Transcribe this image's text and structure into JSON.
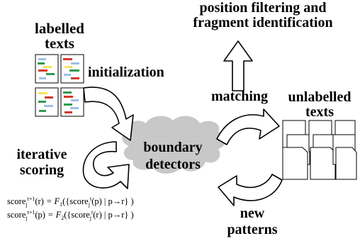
{
  "labels": {
    "labelled_line1": "labelled",
    "labelled_line2": "texts",
    "initialization": "initialization",
    "position_line1": "position filtering and",
    "position_line2": "fragment identification",
    "matching": "matching",
    "unlabelled_line1": "unlabelled",
    "unlabelled_line2": "texts",
    "boundary_line1": "boundary",
    "boundary_line2": "detectors",
    "iterative_line1": "iterative",
    "iterative_line2": "scoring",
    "new_line1": "new",
    "new_line2": "patterns"
  },
  "formulas": [
    {
      "lhs_base": "score",
      "lhs_sub": "j",
      "lhs_sup": "t+1",
      "lhs_arg": "(r)",
      "eq": " = F",
      "fn_sub": "1",
      "open": "({score",
      "in_sub": "j",
      "in_sup": "t",
      "in_arg": "(p) | p",
      "arrow": "→",
      "tail": "r} )"
    },
    {
      "lhs_base": "score",
      "lhs_sub": "j",
      "lhs_sup": "t+1",
      "lhs_arg": "(p)",
      "eq": " = F",
      "fn_sub": "2",
      "open": "({score",
      "in_sub": "j",
      "in_sup": "t",
      "in_arg": "(r) | p",
      "arrow": "→",
      "tail": "r} )"
    }
  ],
  "colors": {
    "cloud_fill": "#c8c8c8",
    "tag_green": "#2e9b4e",
    "tag_red": "#d23a2a",
    "tag_blue": "#9fbfe8",
    "tag_yellow": "#f2e45a"
  }
}
